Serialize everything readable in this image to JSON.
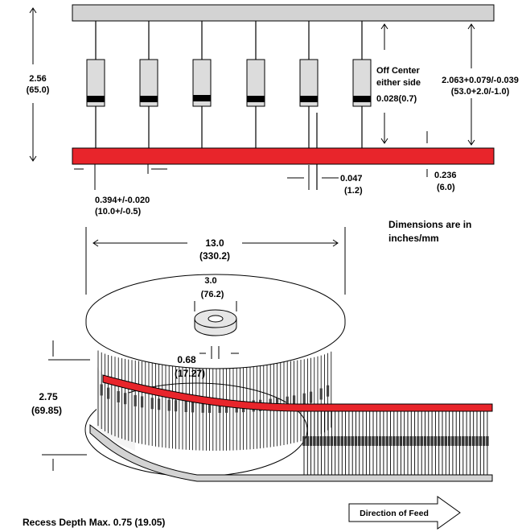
{
  "colors": {
    "tape_red": "#e8252b",
    "tape_gray": "#d3d3d3",
    "body_gray": "#dcdcdc",
    "band": "#000000",
    "outline": "#000000"
  },
  "tape": {
    "height": {
      "inch": "2.56",
      "mm": "(65.0)"
    },
    "off_center": {
      "line1": "Off Center",
      "line2": "either side",
      "line3": "0.028(0.7)"
    },
    "body_spacing": {
      "inch": "2.063+0.079/-0.039",
      "mm": "(53.0+2.0/-1.0)"
    },
    "pitch": {
      "inch": "0.394+/-0.020",
      "mm": "(10.0+/-0.5)"
    },
    "lead_dia": {
      "inch": "0.047",
      "mm": "(1.2)"
    },
    "tape_width": {
      "inch": "0.236",
      "mm": "(6.0)"
    }
  },
  "units_note": {
    "line1": "Dimensions are in",
    "line2": "inches/mm"
  },
  "reel": {
    "diameter": {
      "inch": "13.0",
      "mm": "(330.2)"
    },
    "hub": {
      "inch": "3.0",
      "mm": "(76.2)"
    },
    "arbor": {
      "inch": "0.68",
      "mm": "(17.27)"
    },
    "width": {
      "inch": "2.75",
      "mm": "(69.85)"
    }
  },
  "recess": "Recess Depth Max. 0.75 (19.05)",
  "feed": "Direction of Feed"
}
